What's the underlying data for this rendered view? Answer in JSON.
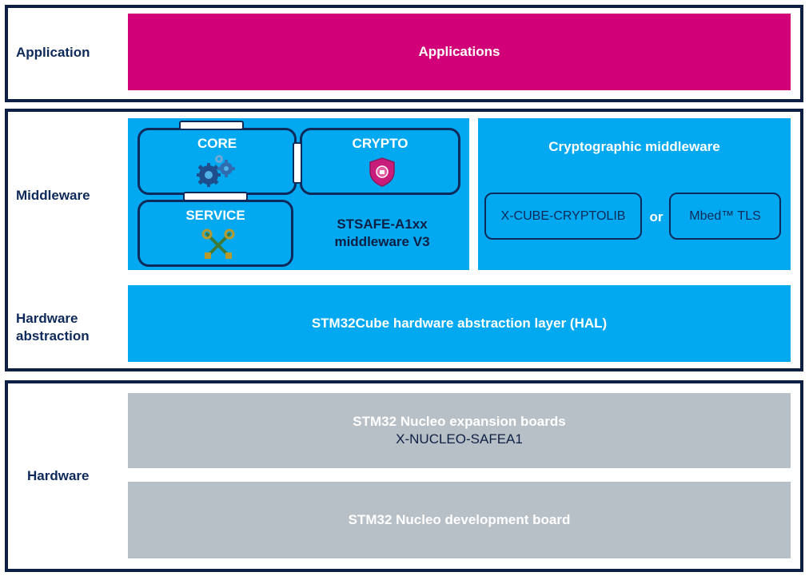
{
  "application": {
    "label": "Application",
    "block": "Applications"
  },
  "middleware": {
    "label": "Middleware",
    "stsafe": {
      "core": "CORE",
      "crypto": "CRYPTO",
      "service": "SERVICE",
      "title_line1": "STSAFE-A1xx",
      "title_line2": "middleware V3"
    },
    "crypto_mw": {
      "title": "Cryptographic middleware",
      "lib1": "X-CUBE-CRYPTOLIB",
      "or": "or",
      "lib2": "Mbed™ TLS"
    }
  },
  "hal": {
    "label": "Hardware\nabstraction",
    "block": "STM32Cube hardware abstraction layer (HAL)"
  },
  "hardware": {
    "label": "Hardware",
    "expansion_line1": "STM32 Nucleo expansion boards",
    "expansion_line2": "X-NUCLEO-SAFEA1",
    "dev_board": "STM32 Nucleo development board"
  },
  "colors": {
    "frame": "#0e1f44",
    "application_block": "#d20078",
    "middleware_block": "#03a9f0",
    "hardware_block": "#b8c0c7",
    "label_text": "#0e2a5a"
  }
}
